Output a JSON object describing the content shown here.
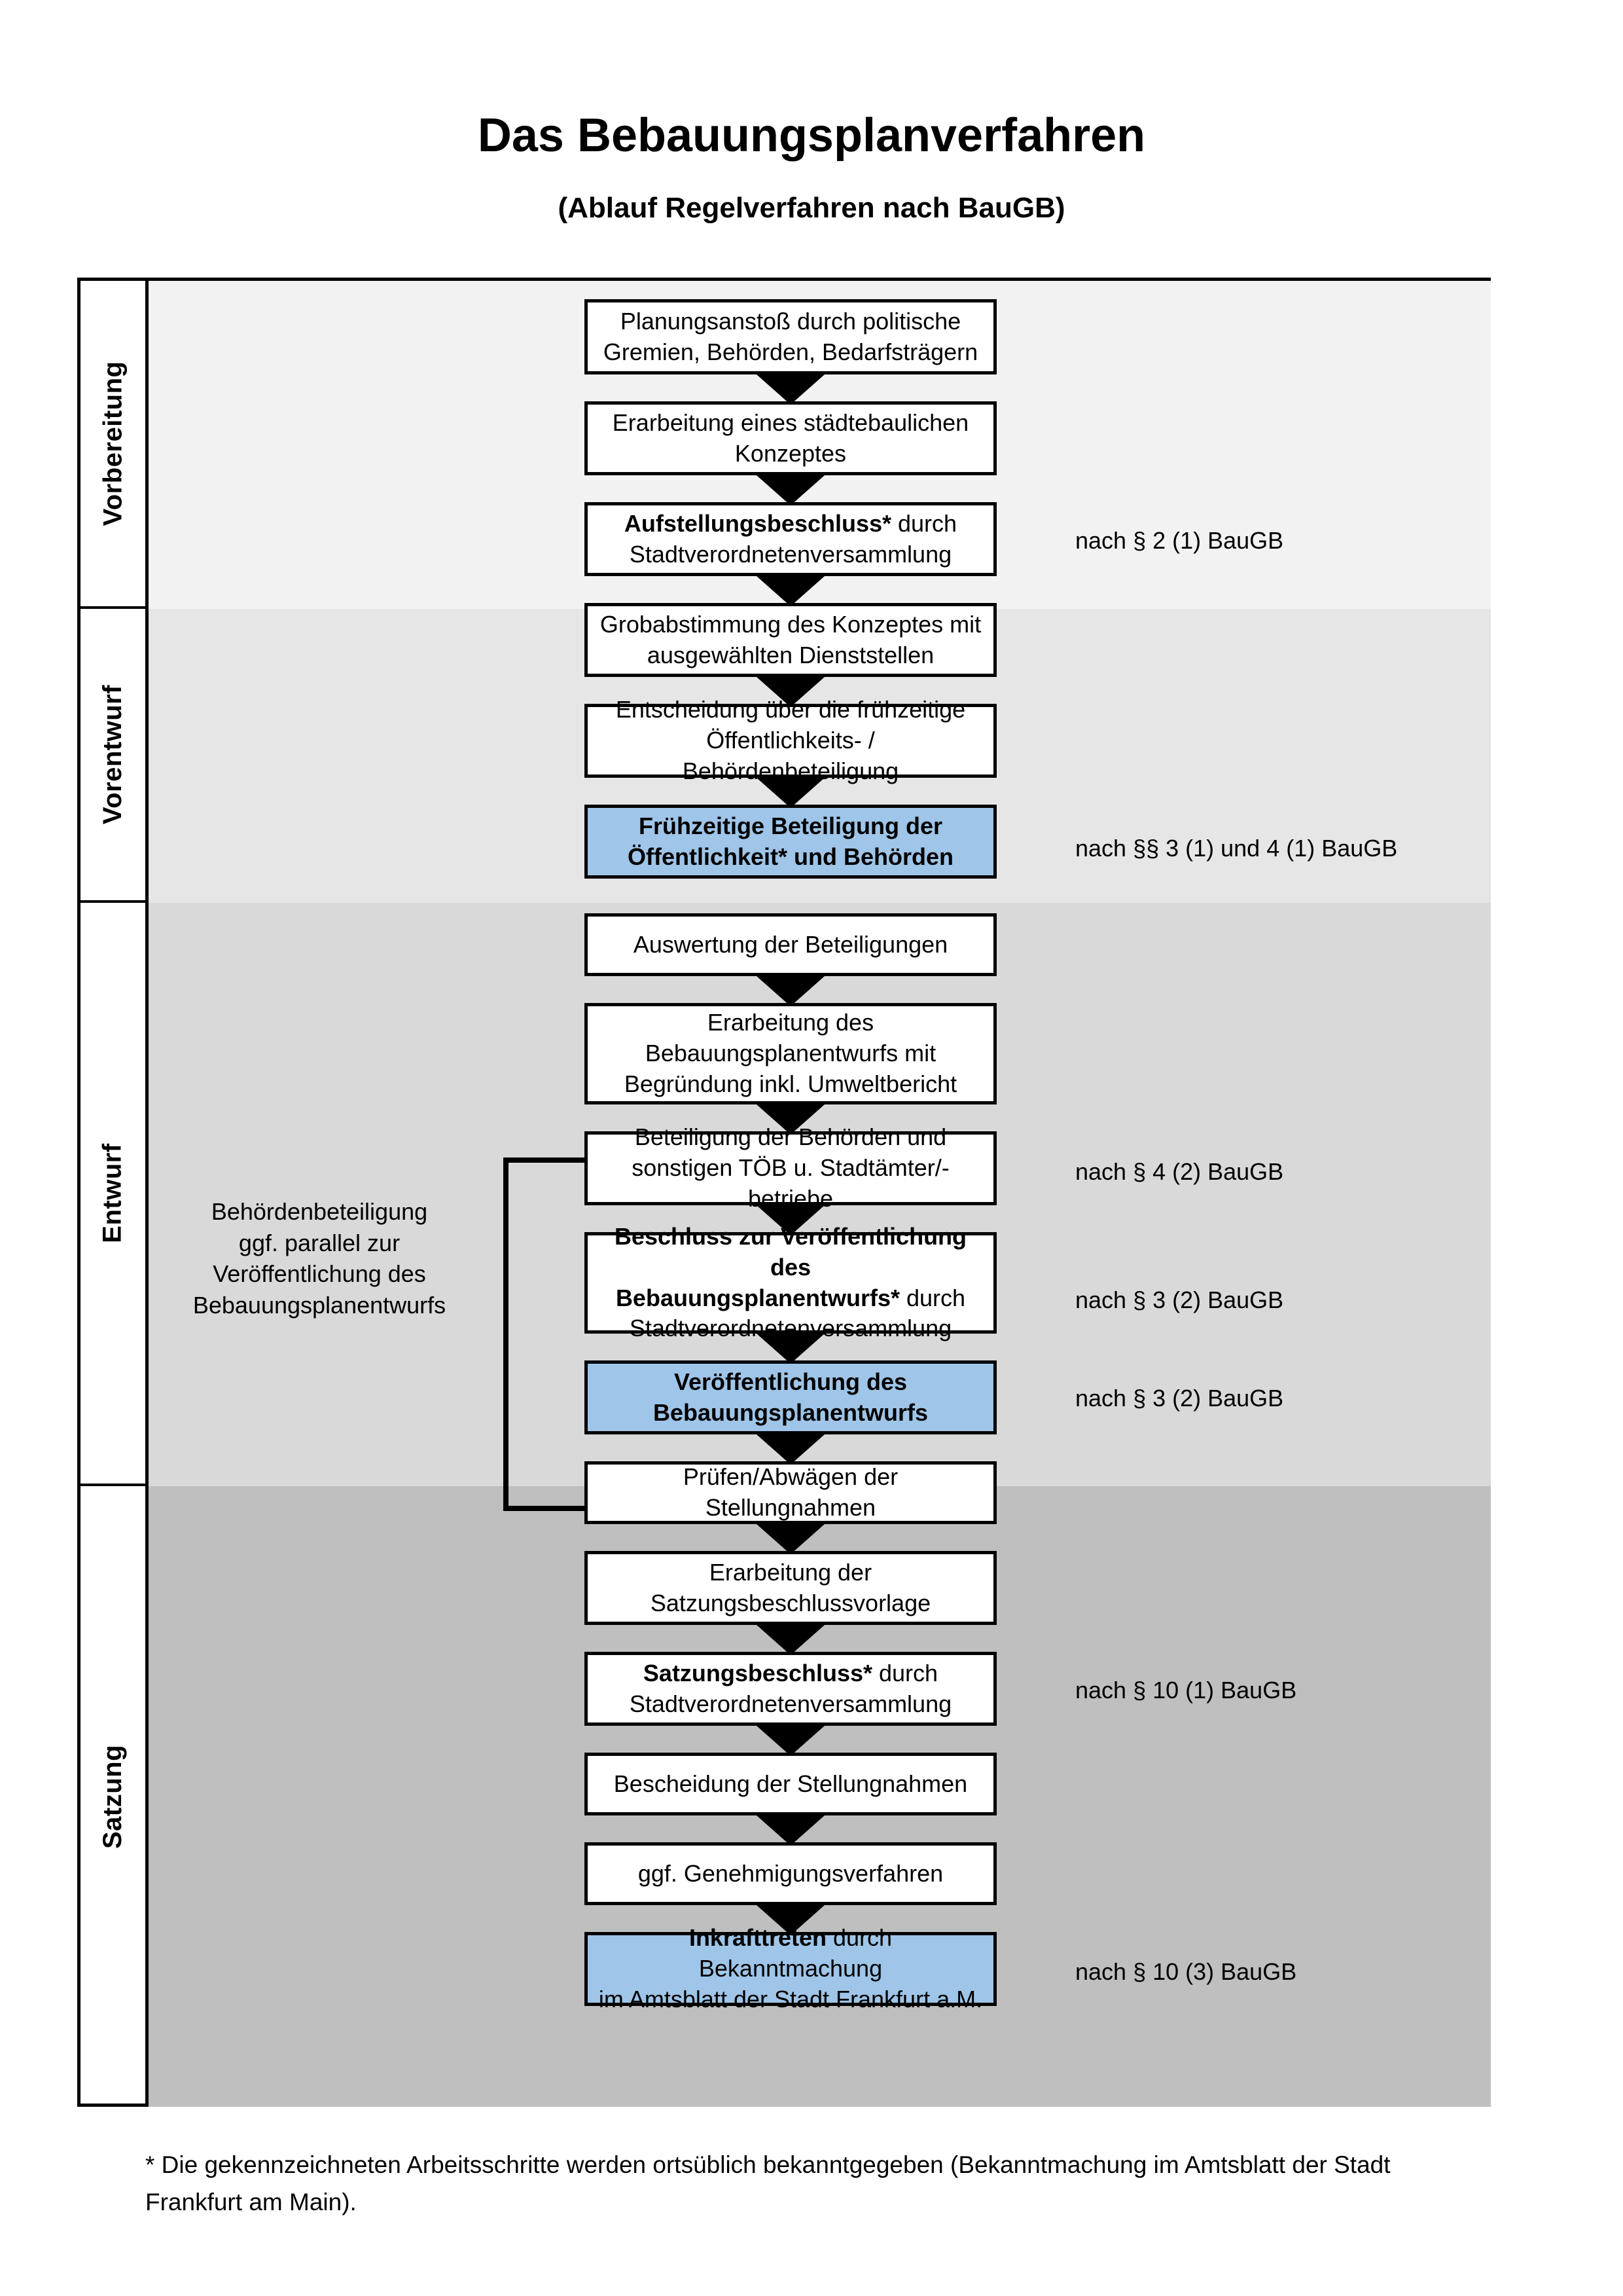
{
  "document": {
    "title": "Das Bebauungsplanverfahren",
    "subtitle": "(Ablauf Regelverfahren nach BauGB)",
    "footnote": "* Die gekennzeichneten Arbeitsschritte werden ortsüblich bekanntgegeben (Bekanntmachung im Amtsblatt  der Stadt Frankfurt am Main)."
  },
  "colors": {
    "highlight_box": "#9FC5E8",
    "band_vorbereitung": "#F2F2F2",
    "band_vorentwurf": "#E6E6E6",
    "band_entwurf": "#D9D9D9",
    "band_satzung": "#BFBFBF",
    "border": "#000000"
  },
  "phases": [
    {
      "label": "Vorbereitung"
    },
    {
      "label": "Vorentwurf"
    },
    {
      "label": "Entwurf"
    },
    {
      "label": "Satzung"
    }
  ],
  "annotations": {
    "parallel_note_line1": "Behördenbeteiligung",
    "parallel_note_line2": "ggf. parallel zur",
    "parallel_note_line3": "Veröffentlichung des",
    "parallel_note_line4": "Bebauungsplanentwurfs"
  },
  "steps": [
    {
      "id": "planungsanstoss",
      "phase": "Vorbereitung",
      "highlight": false,
      "lines": [
        {
          "text": "Planungsanstoß durch politische",
          "bold": false
        },
        {
          "text": "Gremien, Behörden, Bedarfsträgern",
          "bold": false
        }
      ]
    },
    {
      "id": "staedtebauliches-konzept",
      "phase": "Vorbereitung",
      "highlight": false,
      "lines": [
        {
          "text": "Erarbeitung eines städtebaulichen",
          "bold": false
        },
        {
          "text": "Konzeptes",
          "bold": false
        }
      ]
    },
    {
      "id": "aufstellungsbeschluss",
      "phase": "Vorbereitung",
      "highlight": false,
      "lines": [
        {
          "text": "Aufstellungsbeschluss*",
          "bold": true,
          "suffix": " durch"
        },
        {
          "text": "Stadtverordnetenversammlung",
          "bold": false
        }
      ]
    },
    {
      "id": "grobabstimmung",
      "phase": "Vorentwurf",
      "highlight": false,
      "lines": [
        {
          "text": "Grobabstimmung des Konzeptes mit",
          "bold": false
        },
        {
          "text": "ausgewählten Dienststellen",
          "bold": false
        }
      ]
    },
    {
      "id": "entscheidung-fruehzeitige-beteiligung",
      "phase": "Vorentwurf",
      "highlight": false,
      "lines": [
        {
          "text": "Entscheidung über die frühzeitige",
          "bold": false
        },
        {
          "text": "Öffentlichkeits- / Behördenbeteiligung",
          "bold": false
        }
      ]
    },
    {
      "id": "fruehzeitige-beteiligung",
      "phase": "Vorentwurf",
      "highlight": true,
      "lines": [
        {
          "text": "Frühzeitige Beteiligung der",
          "bold": true
        },
        {
          "text": "Öffentlichkeit* und Behörden",
          "bold": true
        }
      ]
    },
    {
      "id": "auswertung-beteiligungen",
      "phase": "Entwurf",
      "highlight": false,
      "lines": [
        {
          "text": "Auswertung der Beteiligungen",
          "bold": false
        }
      ]
    },
    {
      "id": "erarbeitung-bebauungsplanentwurf",
      "phase": "Entwurf",
      "highlight": false,
      "lines": [
        {
          "text": "Erarbeitung des",
          "bold": false
        },
        {
          "text": "Bebauungsplanentwurfs mit",
          "bold": false
        },
        {
          "text": "Begründung inkl. Umweltbericht",
          "bold": false
        }
      ]
    },
    {
      "id": "beteiligung-behoerden-toeb",
      "phase": "Entwurf",
      "highlight": false,
      "lines": [
        {
          "text": "Beteiligung der Behörden und",
          "bold": false
        },
        {
          "text": "sonstigen TÖB u. Stadtämter/-betriebe",
          "bold": false
        }
      ]
    },
    {
      "id": "beschluss-veroeffentlichung",
      "phase": "Entwurf",
      "highlight": false,
      "lines": [
        {
          "text": "Beschluss zur Veröffentlichung des",
          "bold": true
        },
        {
          "text": "Bebauungsplanentwurfs*",
          "bold": true,
          "suffix": " durch"
        },
        {
          "text": "Stadtverordnetenversammlung",
          "bold": false
        }
      ]
    },
    {
      "id": "veroeffentlichung-entwurf",
      "phase": "Entwurf",
      "highlight": true,
      "lines": [
        {
          "text": "Veröffentlichung des",
          "bold": true
        },
        {
          "text": "Bebauungsplanentwurfs",
          "bold": true
        }
      ]
    },
    {
      "id": "pruefen-abwaegen",
      "phase": "Satzung",
      "highlight": false,
      "lines": [
        {
          "text": "Prüfen/Abwägen der Stellungnahmen",
          "bold": false
        }
      ]
    },
    {
      "id": "erarbeitung-satzungsbeschlussvorlage",
      "phase": "Satzung",
      "highlight": false,
      "lines": [
        {
          "text": "Erarbeitung der",
          "bold": false
        },
        {
          "text": "Satzungsbeschlussvorlage",
          "bold": false
        }
      ]
    },
    {
      "id": "satzungsbeschluss",
      "phase": "Satzung",
      "highlight": false,
      "lines": [
        {
          "text": "Satzungsbeschluss*",
          "bold": true,
          "suffix": " durch"
        },
        {
          "text": "Stadtverordnetenversammlung",
          "bold": false
        }
      ]
    },
    {
      "id": "bescheidung-stellungnahmen",
      "phase": "Satzung",
      "highlight": false,
      "lines": [
        {
          "text": "Bescheidung der Stellungnahmen",
          "bold": false
        }
      ]
    },
    {
      "id": "genehmigungsverfahren",
      "phase": "Satzung",
      "highlight": false,
      "lines": [
        {
          "text": "ggf. Genehmigungsverfahren",
          "bold": false
        }
      ]
    },
    {
      "id": "inkrafttreten",
      "phase": "Satzung",
      "highlight": true,
      "lines": [
        {
          "text": "Inkrafttreten",
          "bold": true,
          "suffix": " durch Bekanntmachung"
        },
        {
          "text": "im Amtsblatt der Stadt Frankfurt a.M.",
          "bold": false
        }
      ]
    }
  ],
  "legal_notes": [
    {
      "id": "note-aufstellungsbeschluss",
      "text": "nach § 2 (1) BauGB"
    },
    {
      "id": "note-fruehzeitige-beteiligung",
      "text": "nach §§ 3 (1) und 4 (1) BauGB"
    },
    {
      "id": "note-behoerdenbeteiligung",
      "text": "nach § 4 (2) BauGB"
    },
    {
      "id": "note-beschluss-veroeffentlichung",
      "text": "nach § 3 (2) BauGB"
    },
    {
      "id": "note-veroeffentlichung",
      "text": "nach § 3 (2) BauGB"
    },
    {
      "id": "note-satzungsbeschluss",
      "text": "nach § 10 (1) BauGB"
    },
    {
      "id": "note-inkrafttreten",
      "text": "nach § 10 (3) BauGB"
    }
  ]
}
